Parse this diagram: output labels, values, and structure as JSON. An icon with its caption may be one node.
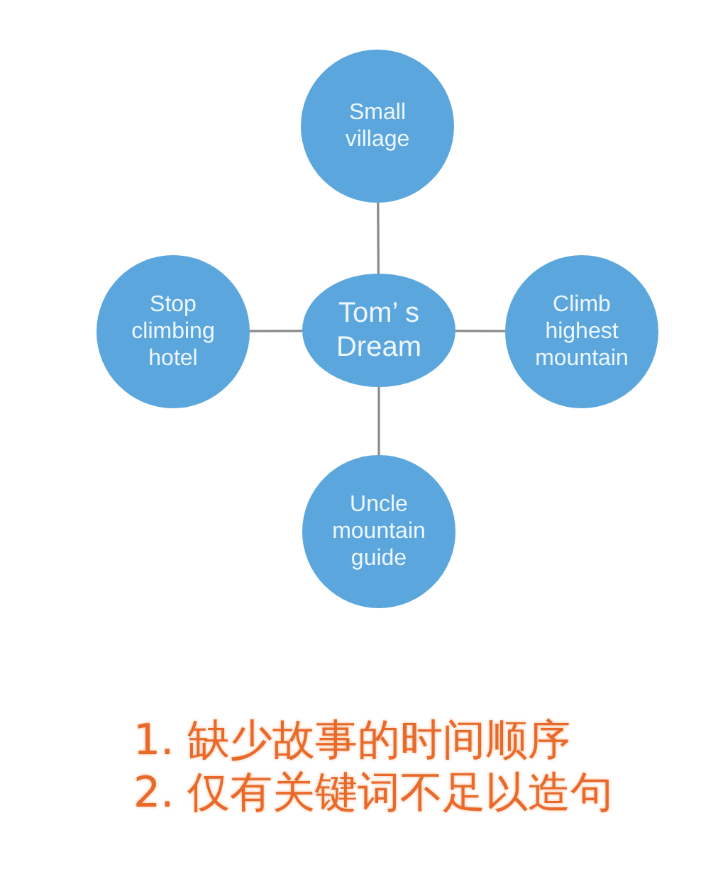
{
  "diagram": {
    "nodes": [
      {
        "text": [
          "Small village"
        ]
      },
      {
        "text": [
          "Stop climbing hotel"
        ]
      },
      {
        "text": [
          "Tom’ s Dream"
        ]
      },
      {
        "text": [
          "Climb highest mountain"
        ]
      },
      {
        "text": [
          "Uncle mountain guide"
        ]
      }
    ],
    "edges": [
      {
        "from": 2,
        "to": 0,
        "arrow": "none"
      },
      {
        "from": 2,
        "to": 1,
        "arrow": "none"
      },
      {
        "from": 2,
        "to": 3,
        "arrow": "none"
      },
      {
        "from": 2,
        "to": 4,
        "arrow": "none"
      }
    ],
    "labels": [
      "1. 缺少故事的时间顺序",
      "2. 仅有关键词不足以造句"
    ]
  }
}
